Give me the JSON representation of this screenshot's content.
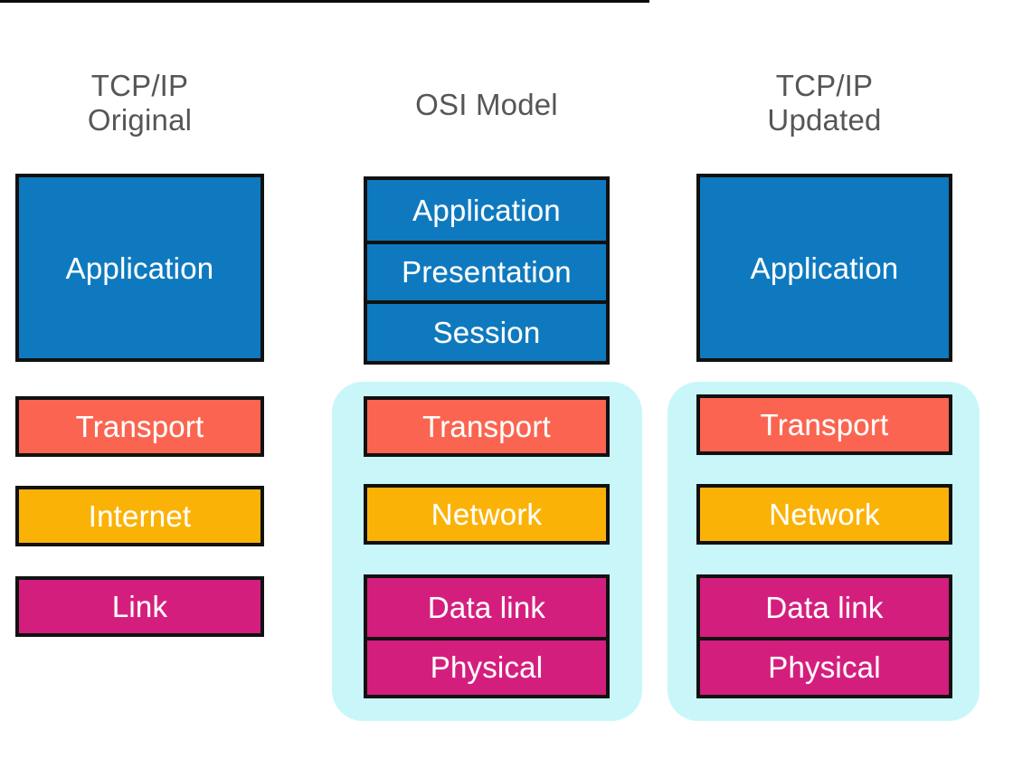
{
  "diagram": {
    "top_rule": "horizontal-rule",
    "columns": [
      {
        "id": "tcpip-original",
        "title": "TCP/IP\nOriginal",
        "highlighted": false,
        "groups": [
          {
            "type": "single",
            "layers": [
              {
                "label": "Application",
                "color": "#0E79BE",
                "color_name": "blue"
              }
            ]
          },
          {
            "type": "single",
            "layers": [
              {
                "label": "Transport",
                "color": "#FB6450",
                "color_name": "coral"
              }
            ]
          },
          {
            "type": "single",
            "layers": [
              {
                "label": "Internet",
                "color": "#FBB206",
                "color_name": "orange"
              }
            ]
          },
          {
            "type": "single",
            "layers": [
              {
                "label": "Link",
                "color": "#D41E7E",
                "color_name": "magenta"
              }
            ]
          }
        ]
      },
      {
        "id": "osi",
        "title": "OSI Model",
        "highlighted": true,
        "groups": [
          {
            "type": "stack",
            "layers": [
              {
                "label": "Application",
                "color": "#0E79BE",
                "color_name": "blue"
              },
              {
                "label": "Presentation",
                "color": "#0E79BE",
                "color_name": "blue"
              },
              {
                "label": "Session",
                "color": "#0E79BE",
                "color_name": "blue"
              }
            ]
          },
          {
            "type": "single",
            "layers": [
              {
                "label": "Transport",
                "color": "#FB6450",
                "color_name": "coral"
              }
            ]
          },
          {
            "type": "single",
            "layers": [
              {
                "label": "Network",
                "color": "#FBB206",
                "color_name": "orange"
              }
            ]
          },
          {
            "type": "stack",
            "layers": [
              {
                "label": "Data link",
                "color": "#D41E7E",
                "color_name": "magenta"
              },
              {
                "label": "Physical",
                "color": "#D41E7E",
                "color_name": "magenta"
              }
            ]
          }
        ]
      },
      {
        "id": "tcpip-updated",
        "title": "TCP/IP\nUpdated",
        "highlighted": true,
        "groups": [
          {
            "type": "single",
            "layers": [
              {
                "label": "Application",
                "color": "#0E79BE",
                "color_name": "blue"
              }
            ]
          },
          {
            "type": "single",
            "layers": [
              {
                "label": "Transport",
                "color": "#FB6450",
                "color_name": "coral"
              }
            ]
          },
          {
            "type": "single",
            "layers": [
              {
                "label": "Network",
                "color": "#FBB206",
                "color_name": "orange"
              }
            ]
          },
          {
            "type": "stack",
            "layers": [
              {
                "label": "Data link",
                "color": "#D41E7E",
                "color_name": "magenta"
              },
              {
                "label": "Physical",
                "color": "#D41E7E",
                "color_name": "magenta"
              }
            ]
          }
        ]
      }
    ],
    "palette": {
      "application": "#0E79BE",
      "transport": "#FB6450",
      "network": "#FBB206",
      "link": "#D41E7E",
      "highlight": "#C9F7F9",
      "outline": "#111111",
      "title_text": "#565656",
      "layer_text": "#FFFFFF",
      "background": "#FFFFFF"
    }
  }
}
